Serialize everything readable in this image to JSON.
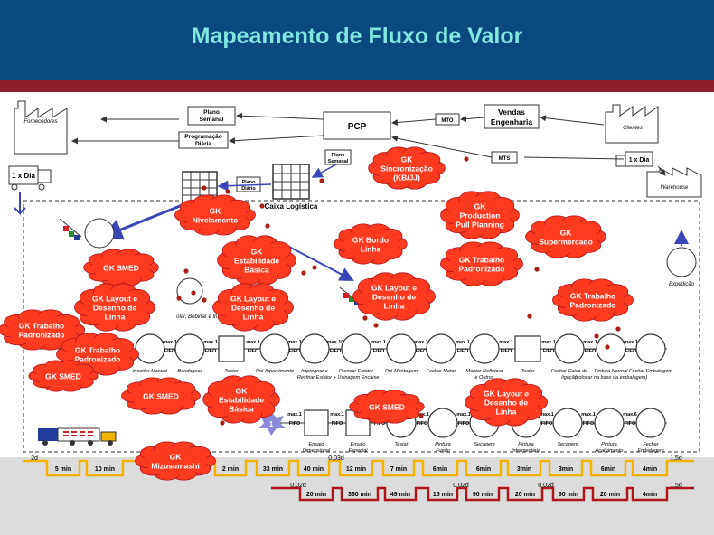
{
  "header": {
    "title": "Mapeamento de Fluxo de Valor"
  },
  "top": {
    "fornecedores": "Fornecedores",
    "clientes": "Clientes",
    "warehouse": "Warehouse",
    "supplier_freq": "1 x Dia",
    "customer_freq": "1 x Dia",
    "plano_semanal": [
      "Plano",
      "Semanal"
    ],
    "programacao_diaria": [
      "Programação",
      "Diária"
    ],
    "pcp": "PCP",
    "vendas": [
      "Vendas",
      "Engenharia"
    ],
    "mto": "MTO",
    "mts": "MTS",
    "plano_semanal2": [
      "Plano",
      "Semanal"
    ],
    "plano_diario": [
      "Plano",
      "Diário"
    ],
    "caixa_logistica": "Caixa Logística",
    "expedicao": "Expedição"
  },
  "clouds": [
    {
      "lines": [
        "GK",
        "Sincronização",
        "(KB/JJ)"
      ]
    },
    {
      "lines": [
        "GK",
        "Production",
        "Pull Planning"
      ]
    },
    {
      "lines": [
        "GK",
        "Nivelamento"
      ]
    },
    {
      "lines": [
        "GK",
        "Supermercado"
      ]
    },
    {
      "lines": [
        "GK Bordo",
        "Linha"
      ]
    },
    {
      "lines": [
        "GK",
        "Estabilidade",
        "Básica"
      ]
    },
    {
      "lines": [
        "GK SMED"
      ]
    },
    {
      "lines": [
        "GK Trabalho",
        "Padronizado"
      ]
    },
    {
      "lines": [
        "GK Layout e",
        "Desenho de",
        "Linha"
      ]
    },
    {
      "lines": [
        "GK Layout e",
        "Desenho de",
        "Linha"
      ]
    },
    {
      "lines": [
        "GK Trabalho",
        "Padronizado"
      ]
    },
    {
      "lines": [
        "GK Layout e",
        "Desenho de",
        "Linha"
      ]
    },
    {
      "lines": [
        "GK Trabalho",
        "Padronizado"
      ]
    },
    {
      "lines": [
        "GK Trabalho",
        "Padronizado"
      ]
    },
    {
      "lines": [
        "GK SMED"
      ]
    },
    {
      "lines": [
        "GK SMED"
      ]
    },
    {
      "lines": [
        "GK",
        "Estabilidade",
        "Básica"
      ]
    },
    {
      "lines": [
        "GK SMED"
      ]
    },
    {
      "lines": [
        "GK Layout e",
        "Desenho de",
        "Linha"
      ]
    },
    {
      "lines": [
        "GK",
        "Mizusumashi"
      ]
    }
  ],
  "row1_processes": [
    "Inserter Manual",
    "Bandagear",
    "Testar",
    "Pré Aquecimento",
    "Impregnar e Resfriar Estator",
    "Prensar Estator + Usinagem Encaixe",
    "Pré Montagem",
    "Fechar Motor",
    "Montar Defletora e Outros",
    "Testar",
    "Fechar Caixa de ligação",
    "Pintura Normal (colocar na base da embalagem)",
    "Fechar Embalagem"
  ],
  "row1_top_label": "olar, Bobinar e Inser",
  "row2_processes": [
    "Ensaio Dimensional",
    "Ensaio Especial",
    "Testar",
    "Pintura Fundo",
    "Secagem",
    "Pintura Intermediária",
    "Secagem",
    "Pintura Acabamento",
    "Fechar Embalagem"
  ],
  "kanban_marks": [
    "max.1",
    "FIFO",
    "max.10",
    "max.6"
  ],
  "kaizen_badge": "1",
  "timeline1": {
    "start": "2d",
    "end": "1,5d",
    "mid": "0,03d",
    "values": [
      "5 min",
      "10 min",
      "2 min",
      "33 min",
      "40 min",
      "12 min",
      "7 min",
      "6min",
      "6min",
      "3min",
      "3min",
      "6min",
      "4min"
    ]
  },
  "timeline2": {
    "leads": [
      "0,02d",
      "0,02d",
      "0,02d"
    ],
    "end": "1,5d",
    "values": [
      "20 min",
      "360 min",
      "49 min",
      "15 min",
      "90 min",
      "20 min",
      "90 min",
      "20 min",
      "4min"
    ]
  },
  "colors": {
    "header_bg": "#0b4a7e",
    "title": "#7fe7e0",
    "cloud": "#ff3b1f",
    "timeline1": "#f2b200",
    "timeline2": "#b0141c",
    "accent_bar": "#8e1f2c"
  }
}
